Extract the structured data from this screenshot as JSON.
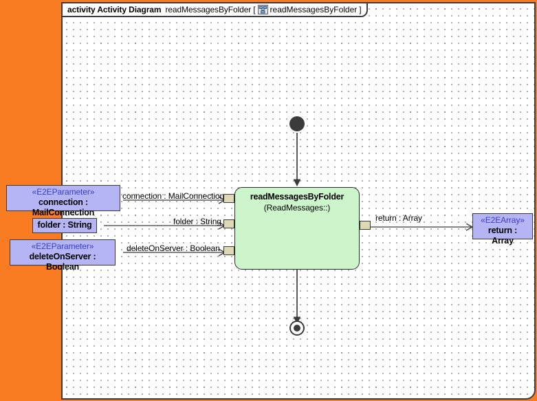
{
  "frame": {
    "kind": "activity Activity Diagram",
    "name": "readMessagesByFolder",
    "bracket_open": "[",
    "bracket_close": "]",
    "icon": "activity-diagram-icon",
    "inner_name": "readMessagesByFolder",
    "background_color": "#ffffff",
    "border_color": "#3b3b47"
  },
  "canvas": {
    "background_color": "#F97B22"
  },
  "activity": {
    "name": "readMessagesByFolder",
    "qualifier": "(ReadMessages::)",
    "fill_color": "#ccf5cc",
    "border_color": "#2a2a2a"
  },
  "initial_node": {
    "label": "initial-node",
    "color": "#3b3b3b"
  },
  "final_node": {
    "label": "activity-final-node",
    "color": "#3b3b3b"
  },
  "parameters": [
    {
      "id": "connection",
      "stereotype": "«E2EParameter»",
      "label": "connection : MailConnection",
      "has_stereotype": true,
      "fill_color": "#b5b5f5"
    },
    {
      "id": "folder",
      "stereotype": "",
      "label": "folder : String",
      "has_stereotype": false,
      "fill_color": "#b5b5f5"
    },
    {
      "id": "deleteOnServer",
      "stereotype": "«E2EParameter»",
      "label": "deleteOnServer : Boolean",
      "has_stereotype": true,
      "fill_color": "#b5b5f5"
    }
  ],
  "result": {
    "id": "return",
    "stereotype": "«E2EArray»",
    "label": "return : Array",
    "fill_color": "#b5b5f5"
  },
  "edge_labels": {
    "connection": "connection : MailConnection",
    "folder": "folder : String",
    "deleteOnServer": "deleteOnServer : Boolean",
    "return": "return : Array"
  },
  "pins": {
    "fill_color": "#dcd9b4",
    "border_color": "#3a3a3a",
    "names": [
      "pin-connection",
      "pin-folder",
      "pin-deleteOnServer",
      "pin-return"
    ]
  }
}
